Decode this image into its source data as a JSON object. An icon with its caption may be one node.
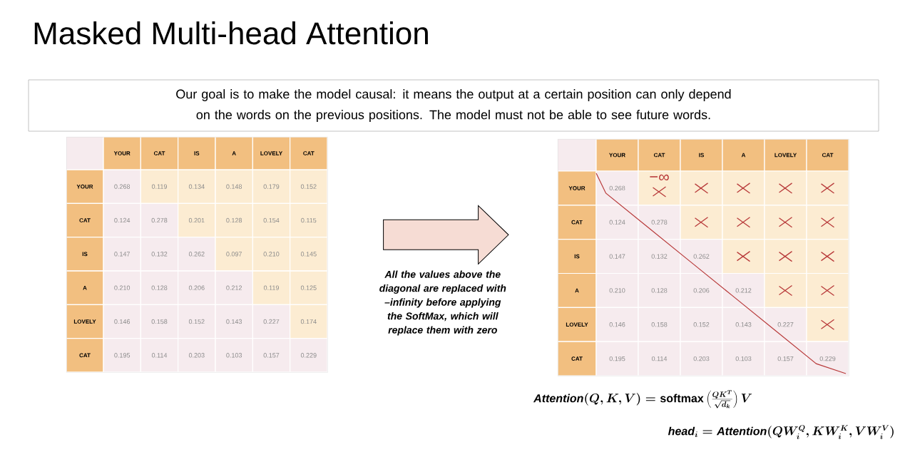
{
  "diagram": {
    "title": "Masked Multi-head Attention",
    "nodes": [
      {
        "text": [
          "Our goal is to make the model causal: it means the output at a certain position can only depend on the words on the previous positions. The model must not be able to see future words."
        ]
      },
      {
        "text": [],
        "shape": "box"
      },
      {
        "text": [],
        "shape": "box"
      }
    ],
    "edges": [
      {
        "from": 1,
        "to": 2,
        "arrow": "to",
        "label": "All the values above the diagonal are replaced with –infinity before applying the SoftMax, which will replace them with zero"
      }
    ],
    "labels": [
      "YOUR",
      "CAT",
      "IS",
      "A",
      "LOVELY",
      "CAT",
      "YOUR",
      "0.268",
      "0.119",
      "0.134",
      "0.148",
      "0.179",
      "0.152",
      "CAT",
      "0.124",
      "0.278",
      "0.201",
      "0.128",
      "0.154",
      "0.115",
      "IS",
      "0.147",
      "0.132",
      "0.262",
      "0.097",
      "0.210",
      "0.145",
      "A",
      "0.210",
      "0.128",
      "0.206",
      "0.212",
      "0.119",
      "0.125",
      "LOVELY",
      "0.146",
      "0.158",
      "0.152",
      "0.143",
      "0.227",
      "0.174",
      "CAT",
      "0.195",
      "0.114",
      "0.203",
      "0.103",
      "0.157",
      "0.229",
      "YOUR",
      "CAT",
      "IS",
      "A",
      "LOVELY",
      "CAT",
      "−∞",
      "YOUR",
      "0.268",
      "CAT",
      "0.124",
      "0.278",
      "IS",
      "0.147",
      "0.132",
      "0.262",
      "A",
      "0.210",
      "0.128",
      "0.206",
      "0.212",
      "LOVELY",
      "0.146",
      "0.158",
      "0.152",
      "0.143",
      "0.227",
      "CAT",
      "0.195",
      "0.114",
      "0.203",
      "0.103",
      "0.157",
      "0.229",
      "\\mathit{Attention}(Q,K,V) = \\mathrm{softmax}\\left(\\frac{QK^{T}}{\\sqrt{d_k}}\\right)V",
      "\\mathit{head}_i = \\mathit{Attention}(QW_i^{Q}, KW_i^{K}, VW_i^{V})"
    ]
  }
}
